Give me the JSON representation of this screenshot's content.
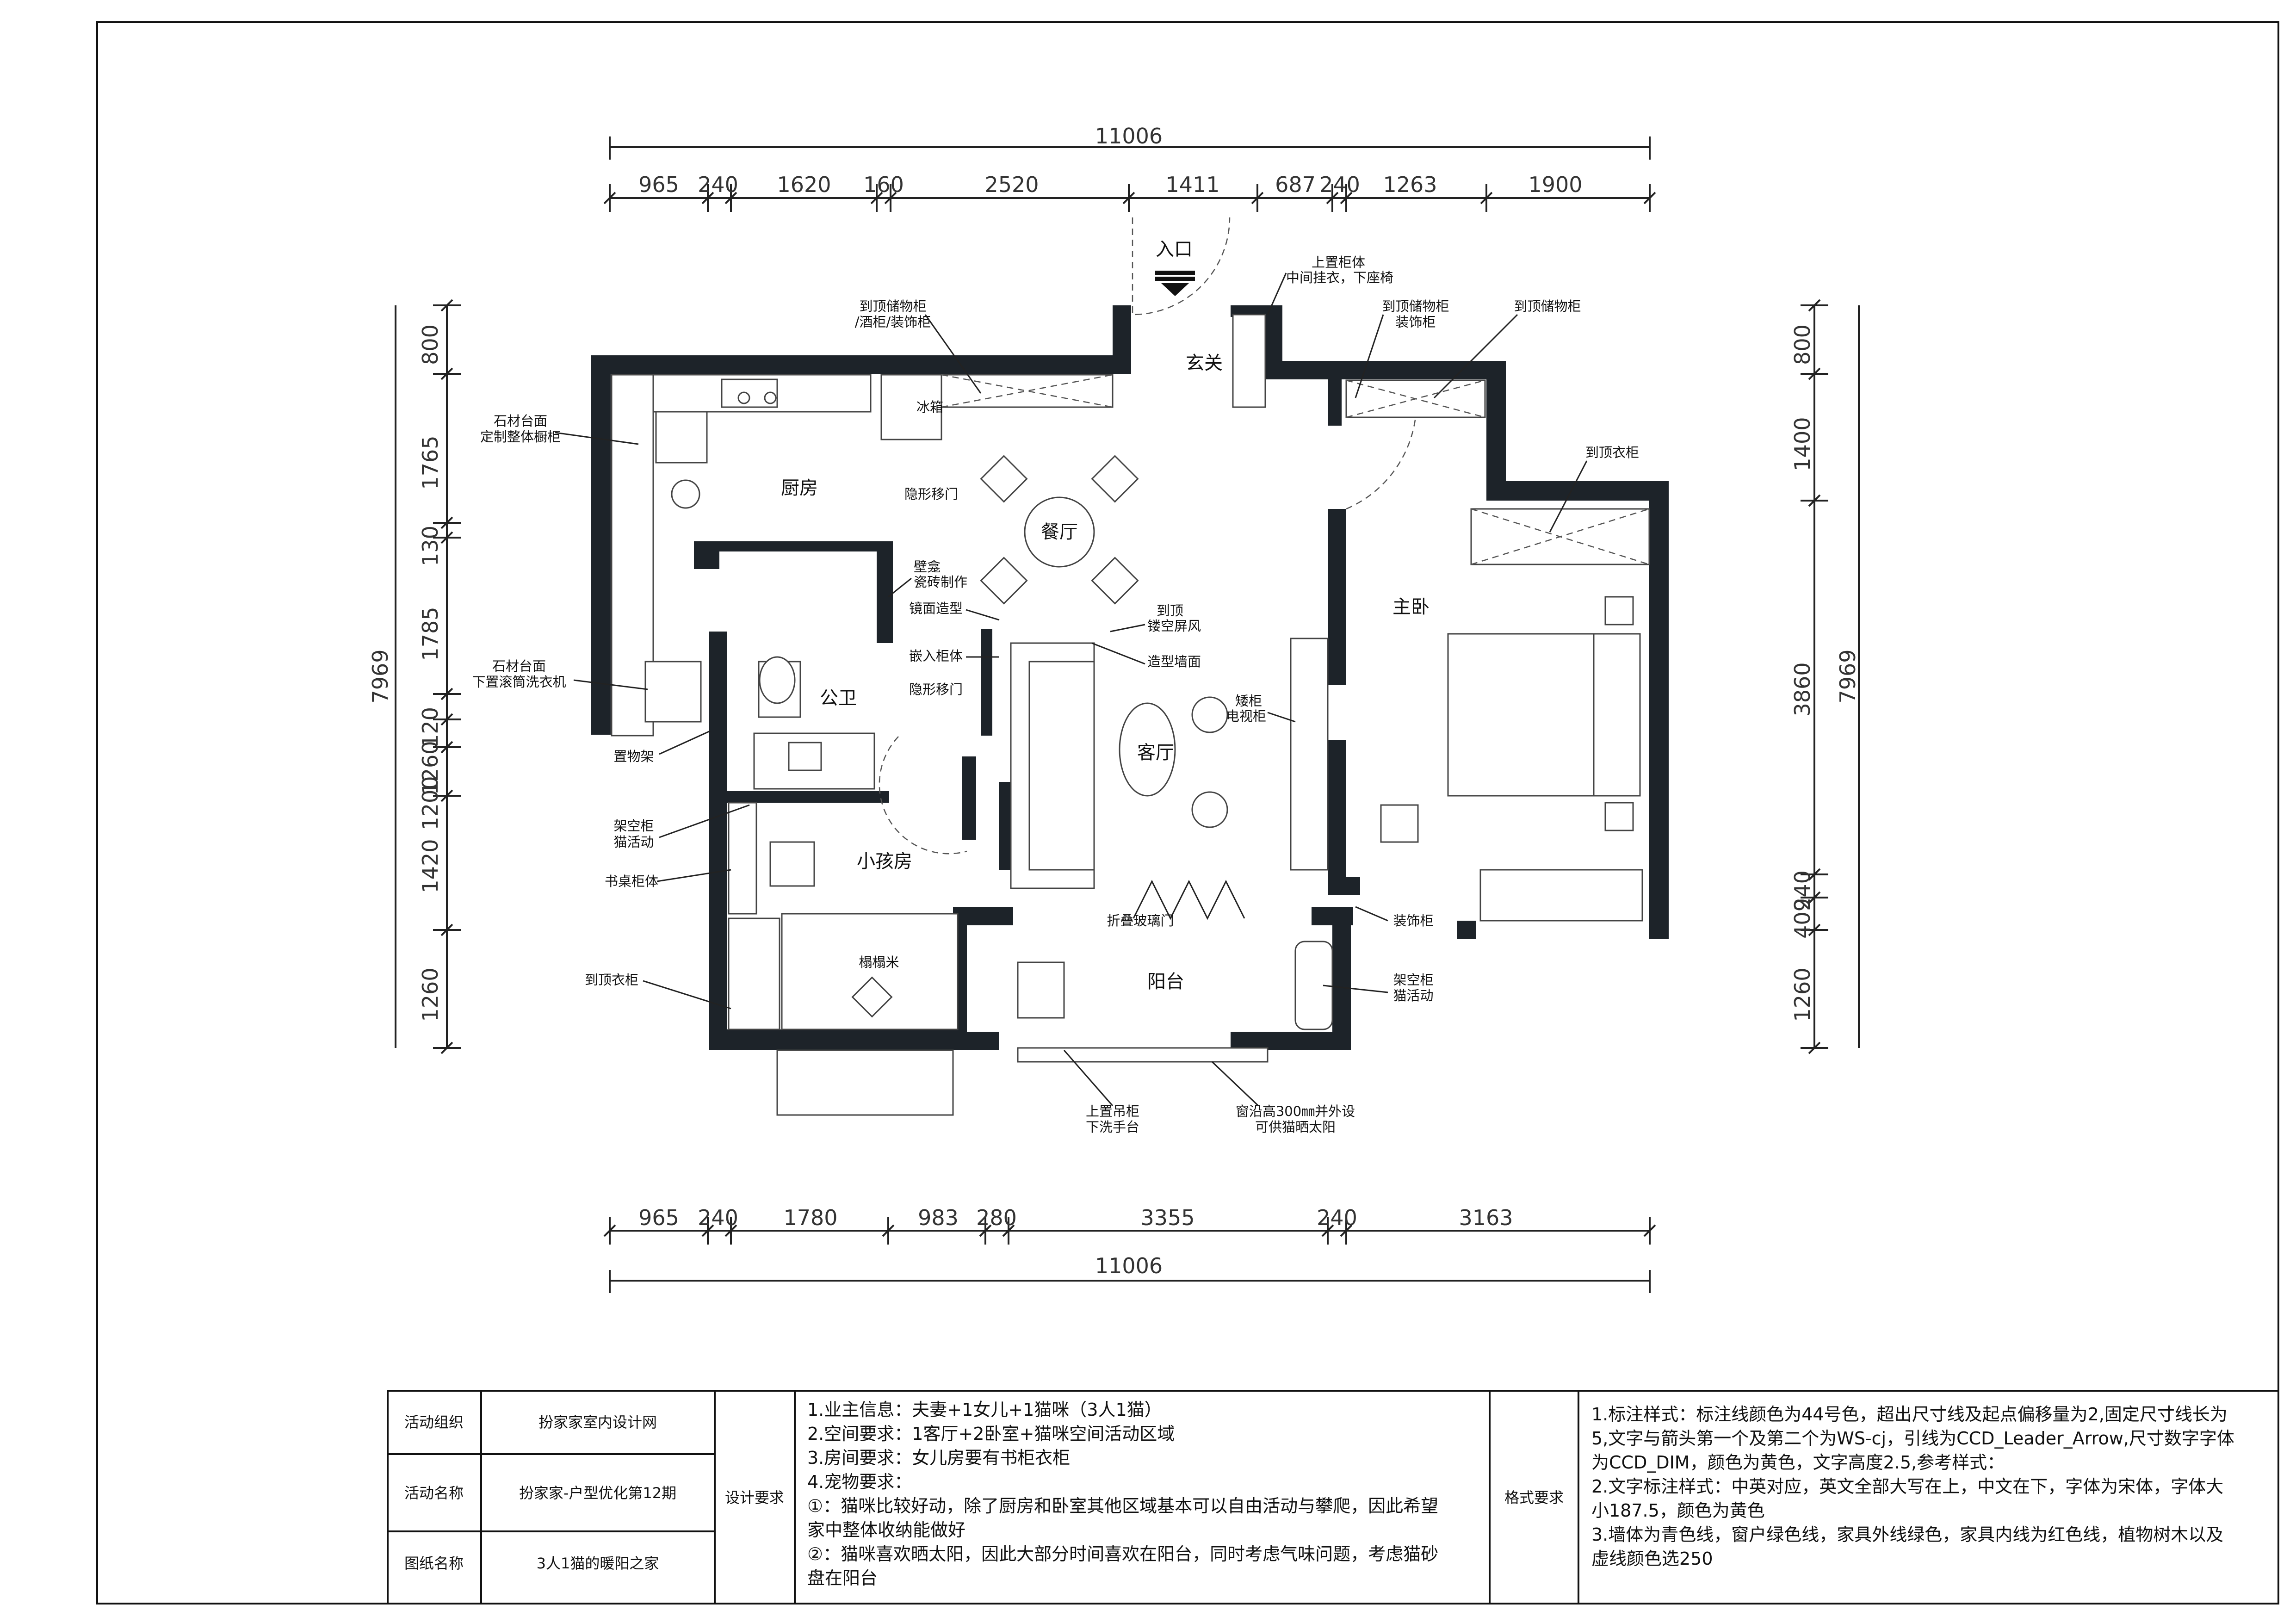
{
  "dimensions": {
    "top_total": "11006",
    "top_segments": [
      "965",
      "240",
      "1620",
      "160",
      "2520",
      "1411",
      "687",
      "240",
      "1263",
      "1900"
    ],
    "bottom_total": "11006",
    "bottom_segments": [
      "965",
      "240",
      "1780",
      "983",
      "280",
      "3355",
      "240",
      "3163"
    ],
    "left_total": "7969",
    "left_segments": [
      "800",
      "1765",
      "130",
      "1785",
      "120",
      "1260",
      "1200",
      "1420",
      "1260"
    ],
    "right_total": "7969",
    "right_segments": [
      "800",
      "1400",
      "3860",
      "240",
      "409",
      "1260"
    ]
  },
  "rooms": {
    "entrance": "入口",
    "foyer": "玄关",
    "kitchen": "厨房",
    "dining": "餐厅",
    "master": "主卧",
    "bath": "公卫",
    "living": "客厅",
    "kids": "小孩房",
    "balcony": "阳台",
    "tatami": "榻榻米",
    "fridge": "冰箱"
  },
  "annotations": {
    "storage_top": [
      "到顶储物柜",
      "/酒柜/装饰柜"
    ],
    "upper_cabinet": [
      "上置柜体",
      "中间挂衣，下座椅"
    ],
    "foyer_storage": [
      "到顶储物柜",
      "装饰柜"
    ],
    "storage_right": "到顶储物柜",
    "stone_counter": [
      "石材台面",
      "定制整体橱柜"
    ],
    "hidden_door_1": "隐形移门",
    "wardrobe_master": "到顶衣柜",
    "niche": [
      "壁龛",
      "瓷砖制作"
    ],
    "mirror": "镜面造型",
    "screen": [
      "到顶",
      "镂空屏风"
    ],
    "built_in": "嵌入柜体",
    "feature_wall": "造型墙面",
    "stone_counter_2": [
      "石材台面",
      "下置滚筒洗衣机"
    ],
    "hidden_door_2": "隐形移门",
    "low_cabinet": [
      "矮柜",
      "电视柜"
    ],
    "shelf": "置物架",
    "cat_shelf_1": [
      "架空柜",
      "猫活动"
    ],
    "desk": "书桌柜体",
    "folding_door": "折叠玻璃门",
    "decor_cabinet": "装饰柜",
    "wardrobe_kids": "到顶衣柜",
    "cat_shelf_2": [
      "架空柜",
      "猫活动"
    ],
    "hang_cabinet": [
      "上置吊柜",
      "下洗手台"
    ],
    "window_sill": [
      "窗沿高300㎜并外设",
      "可供猫晒太阳"
    ]
  },
  "title_block": {
    "org_label": "活动组织",
    "org_value": "扮家家室内设计网",
    "name_label": "活动名称",
    "name_value": "扮家家-户型优化第12期",
    "drawing_label": "图纸名称",
    "drawing_value": "3人1猫的暖阳之家",
    "design_req_label": "设计要求",
    "design_req_lines": [
      "1.业主信息：夫妻+1女儿+1猫咪（3人1猫）",
      "2.空间要求：1客厅+2卧室+猫咪空间活动区域",
      "3.房间要求：女儿房要有书柜衣柜",
      "4.宠物要求：",
      "①：猫咪比较好动，除了厨房和卧室其他区域基本可以自由活动与攀爬，因此希望",
      "家中整体收纳能做好",
      "②：猫咪喜欢晒太阳，因此大部分时间喜欢在阳台，同时考虑气味问题，考虑猫砂",
      "盘在阳台"
    ],
    "format_req_label": "格式要求",
    "format_req_lines": [
      "1.标注样式：标注线颜色为44号色，超出尺寸线及起点偏移量为2,固定尺寸线长为",
      "5,文字与箭头第一个及第二个为WS-cj，引线为CCD_Leader_Arrow,尺寸数字字体",
      "为CCD_DIM，颜色为黄色，文字高度2.5,参考样式：",
      "2.文字标注样式：中英对应，英文全部大写在上，中文在下，字体为宋体，字体大",
      "小187.5，颜色为黄色",
      "3.墙体为青色线，窗户绿色线，家具外线绿色，家具内线为红色线，植物树木以及",
      "虚线颜色选250"
    ]
  }
}
